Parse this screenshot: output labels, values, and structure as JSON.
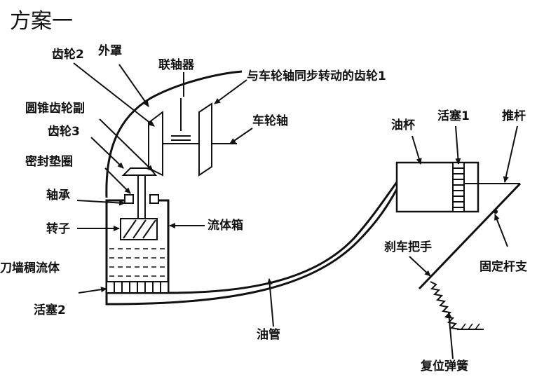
{
  "title": "方案一",
  "labels": {
    "gear2": "齿轮2",
    "cover": "外罩",
    "coupling": "联轴器",
    "sync_gear": "与车轮轴同步转动的齿轮1",
    "bevel_pair": "圆锥齿轮副",
    "axle": "车轮轴",
    "gear3": "齿轮3",
    "seal": "密封垫圈",
    "bearing": "轴承",
    "rotor": "转子",
    "fluid_box": "流体箱",
    "fluid": "刀墙稠流体",
    "piston2": "活塞2",
    "oil_pipe": "油管",
    "oil_cup": "油杯",
    "piston1": "活塞1",
    "push_rod": "推杆",
    "fixed_rod": "固定杆支",
    "brake_handle": "刹车把手",
    "return_spring": "复位弹簧"
  }
}
